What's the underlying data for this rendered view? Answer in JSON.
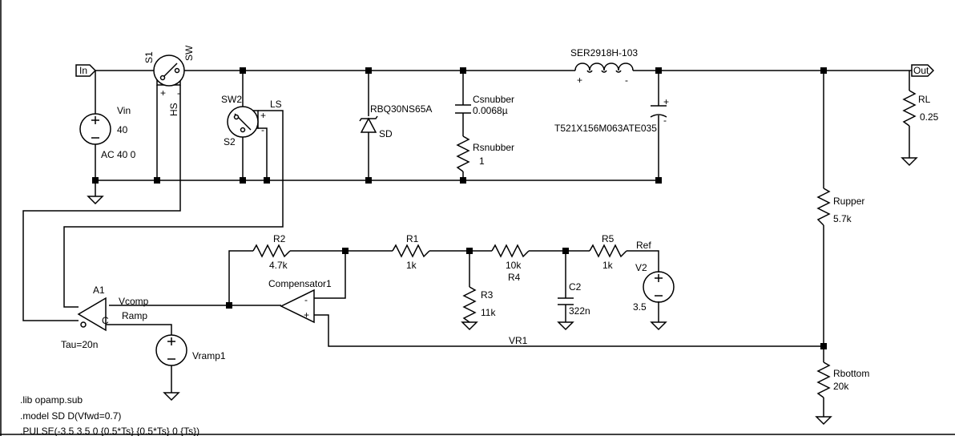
{
  "ports": {
    "in": "In",
    "out": "Out"
  },
  "vin": {
    "name": "Vin",
    "value": "40",
    "ac": "AC 40 0"
  },
  "s1": {
    "name": "S1",
    "pin_sw": "SW",
    "pin_hs": "HS"
  },
  "sw2": {
    "name": "SW2",
    "ref": "S2",
    "pin_ls": "LS"
  },
  "diode": {
    "model": "RBQ30NS65A",
    "name": "SD"
  },
  "csnubber": {
    "name": "Csnubber",
    "value": "0.0068µ"
  },
  "rsnubber": {
    "name": "Rsnubber",
    "value": "1"
  },
  "inductor": {
    "name": "SER2918H-103",
    "plus": "+",
    "minus": "-"
  },
  "cout": {
    "name": "T521X156M063ATE035",
    "plus": "+",
    "minus": "-"
  },
  "rl": {
    "name": "RL",
    "value": "0.25"
  },
  "rupper": {
    "name": "Rupper",
    "value": "5.7k"
  },
  "rbottom": {
    "name": "Rbottom",
    "value": "20k"
  },
  "r2": {
    "name": "R2",
    "value": "4.7k"
  },
  "r1": {
    "name": "R1",
    "value": "1k"
  },
  "r4": {
    "name": "R4",
    "value": "10k"
  },
  "r5": {
    "name": "R5",
    "value": "1k"
  },
  "r3": {
    "name": "R3",
    "value": "11k"
  },
  "c2": {
    "name": "C2",
    "value": "322n"
  },
  "v2": {
    "name": "V2",
    "value": "3.5"
  },
  "ref_net": "Ref",
  "vr1_net": "VR1",
  "compensator": {
    "name": "Compensator1"
  },
  "a1": {
    "name": "A1",
    "vcomp": "Vcomp",
    "ramp": "Ramp",
    "tau": "Tau=20n"
  },
  "vramp": {
    "name": "Vramp1"
  },
  "directives": [
    ".lib opamp.sub",
    ".model SD D(Vfwd=0.7)",
    ".PULSE(-3.5 3.5 0 {0.5*Ts} {0.5*Ts} 0 {Ts})"
  ]
}
